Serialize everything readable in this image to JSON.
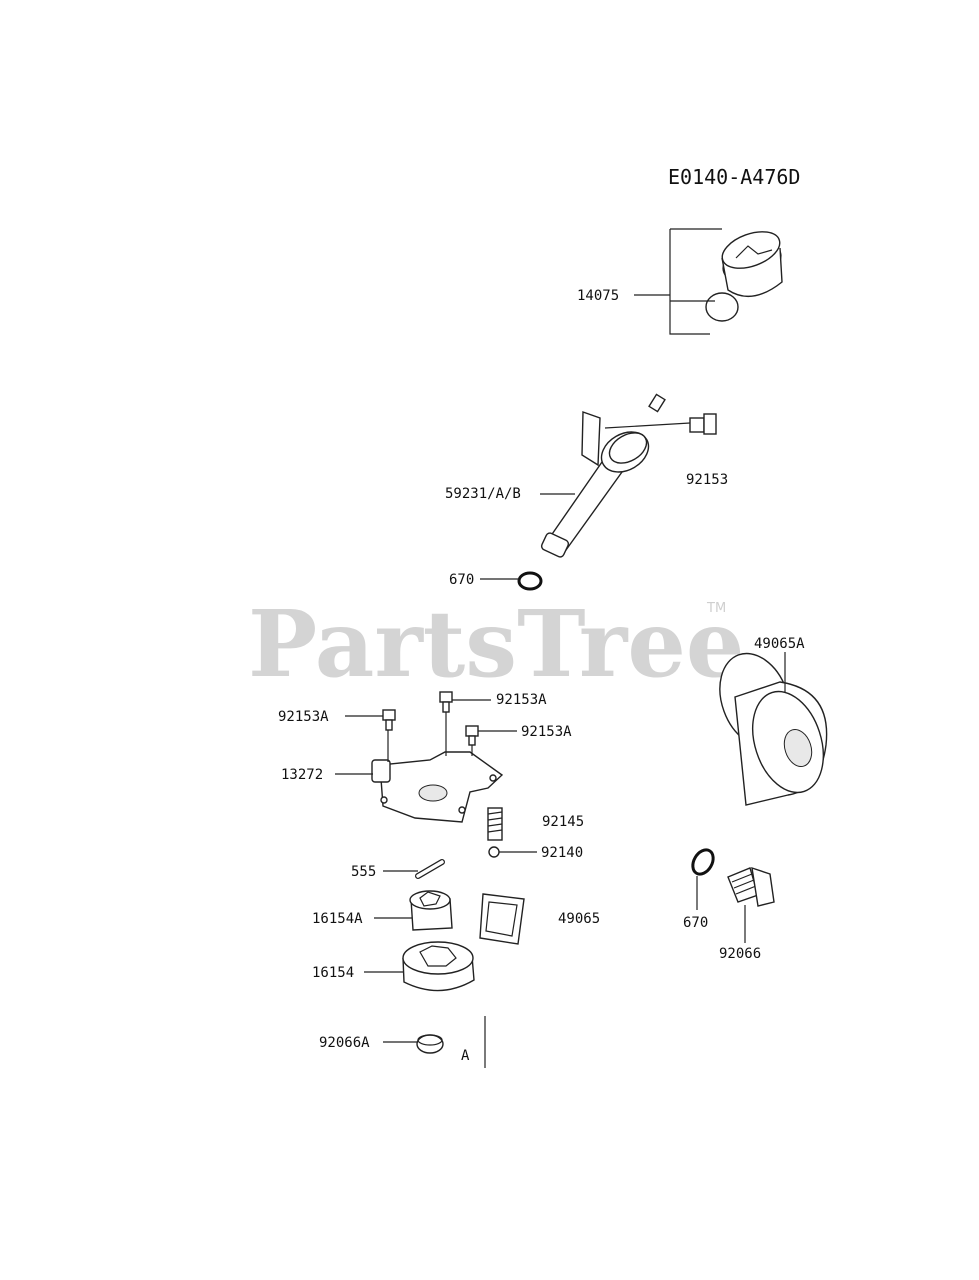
{
  "diagram_code": "E0140-A476D",
  "watermark": {
    "text": "PartsTree",
    "trademark": "TM"
  },
  "labels": {
    "p14075": "14075",
    "p92153": "92153",
    "p59231": "59231/A/B",
    "p670_top": "670",
    "p49065A": "49065A",
    "p92153A_1": "92153A",
    "p92153A_2": "92153A",
    "p92153A_3": "92153A",
    "p13272": "13272",
    "p92145": "92145",
    "p92140": "92140",
    "p555": "555",
    "p16154A": "16154A",
    "p49065": "49065",
    "p16154": "16154",
    "p92066A": "92066A",
    "pA": "A",
    "p670_right": "670",
    "p92066": "92066"
  }
}
